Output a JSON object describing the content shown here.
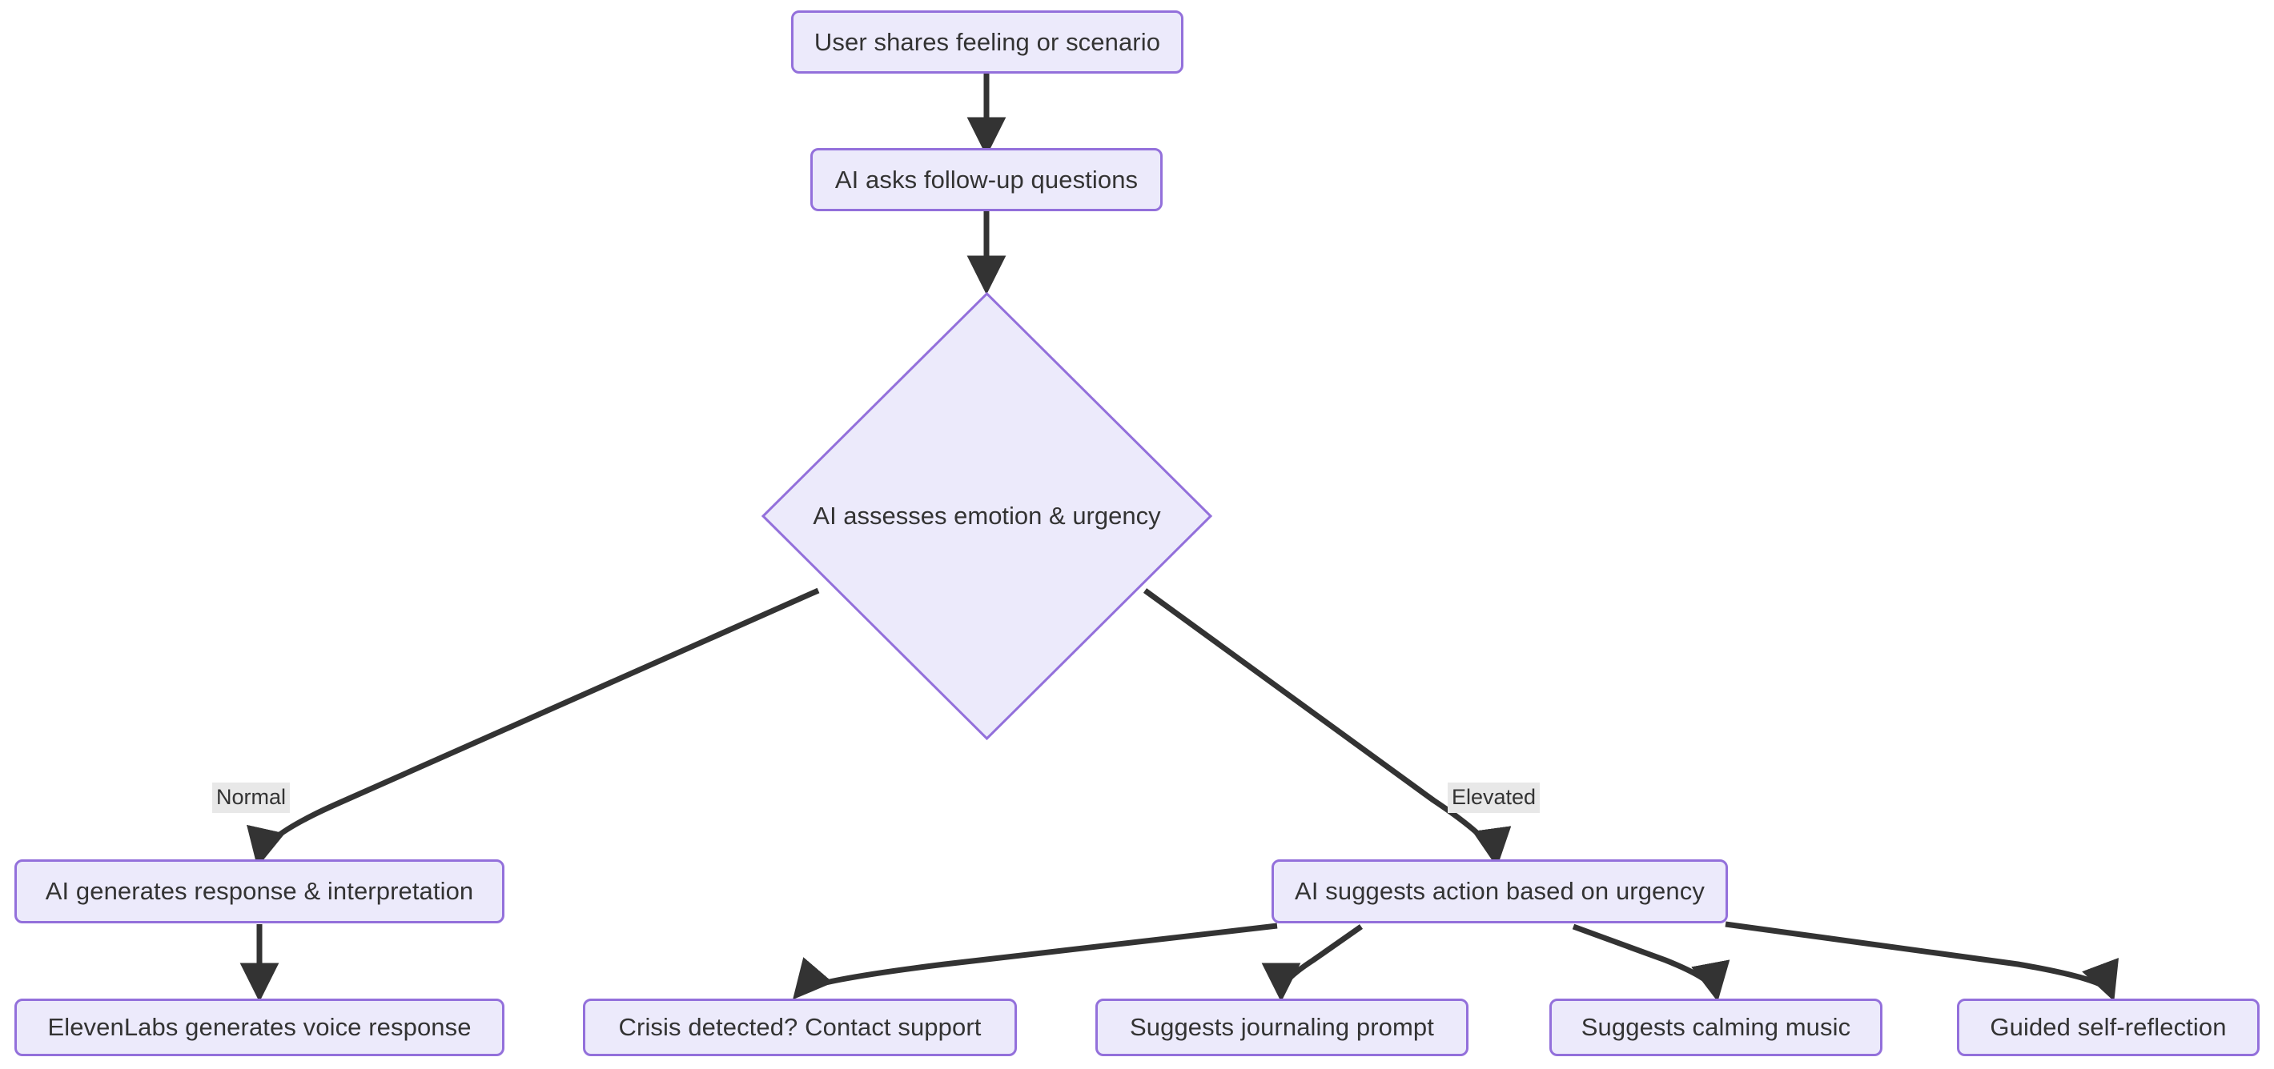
{
  "diagram": {
    "type": "flowchart",
    "direction": "top-down",
    "title": "",
    "theme": {
      "node_fill": "#ECEAFB",
      "node_border": "#9370DB",
      "node_text": "#333333",
      "edge_stroke": "#333333",
      "edge_label_bg": "#E8E8E8",
      "background": "#FFFFFF"
    },
    "nodes": [
      {
        "id": "n1",
        "label": "User shares feeling or scenario",
        "shape": "rounded-rect"
      },
      {
        "id": "n2",
        "label": "AI asks follow-up questions",
        "shape": "rounded-rect"
      },
      {
        "id": "n3",
        "label": "AI assesses emotion & urgency",
        "shape": "diamond"
      },
      {
        "id": "n4",
        "label": "AI generates response & interpretation",
        "shape": "rounded-rect"
      },
      {
        "id": "n5",
        "label": "AI suggests action based on urgency",
        "shape": "rounded-rect"
      },
      {
        "id": "n6",
        "label": "ElevenLabs generates voice response",
        "shape": "rounded-rect"
      },
      {
        "id": "n7",
        "label": "Crisis detected? Contact support",
        "shape": "rounded-rect"
      },
      {
        "id": "n8",
        "label": "Suggests journaling prompt",
        "shape": "rounded-rect"
      },
      {
        "id": "n9",
        "label": "Suggests calming music",
        "shape": "rounded-rect"
      },
      {
        "id": "n10",
        "label": "Guided self-reflection",
        "shape": "rounded-rect"
      }
    ],
    "edges": [
      {
        "from": "n1",
        "to": "n2",
        "label": ""
      },
      {
        "from": "n2",
        "to": "n3",
        "label": ""
      },
      {
        "from": "n3",
        "to": "n4",
        "label": "Normal"
      },
      {
        "from": "n3",
        "to": "n5",
        "label": "Elevated"
      },
      {
        "from": "n4",
        "to": "n6",
        "label": ""
      },
      {
        "from": "n5",
        "to": "n7",
        "label": ""
      },
      {
        "from": "n5",
        "to": "n8",
        "label": ""
      },
      {
        "from": "n5",
        "to": "n9",
        "label": ""
      },
      {
        "from": "n5",
        "to": "n10",
        "label": ""
      }
    ],
    "edge_labels": {
      "normal": "Normal",
      "elevated": "Elevated"
    }
  }
}
